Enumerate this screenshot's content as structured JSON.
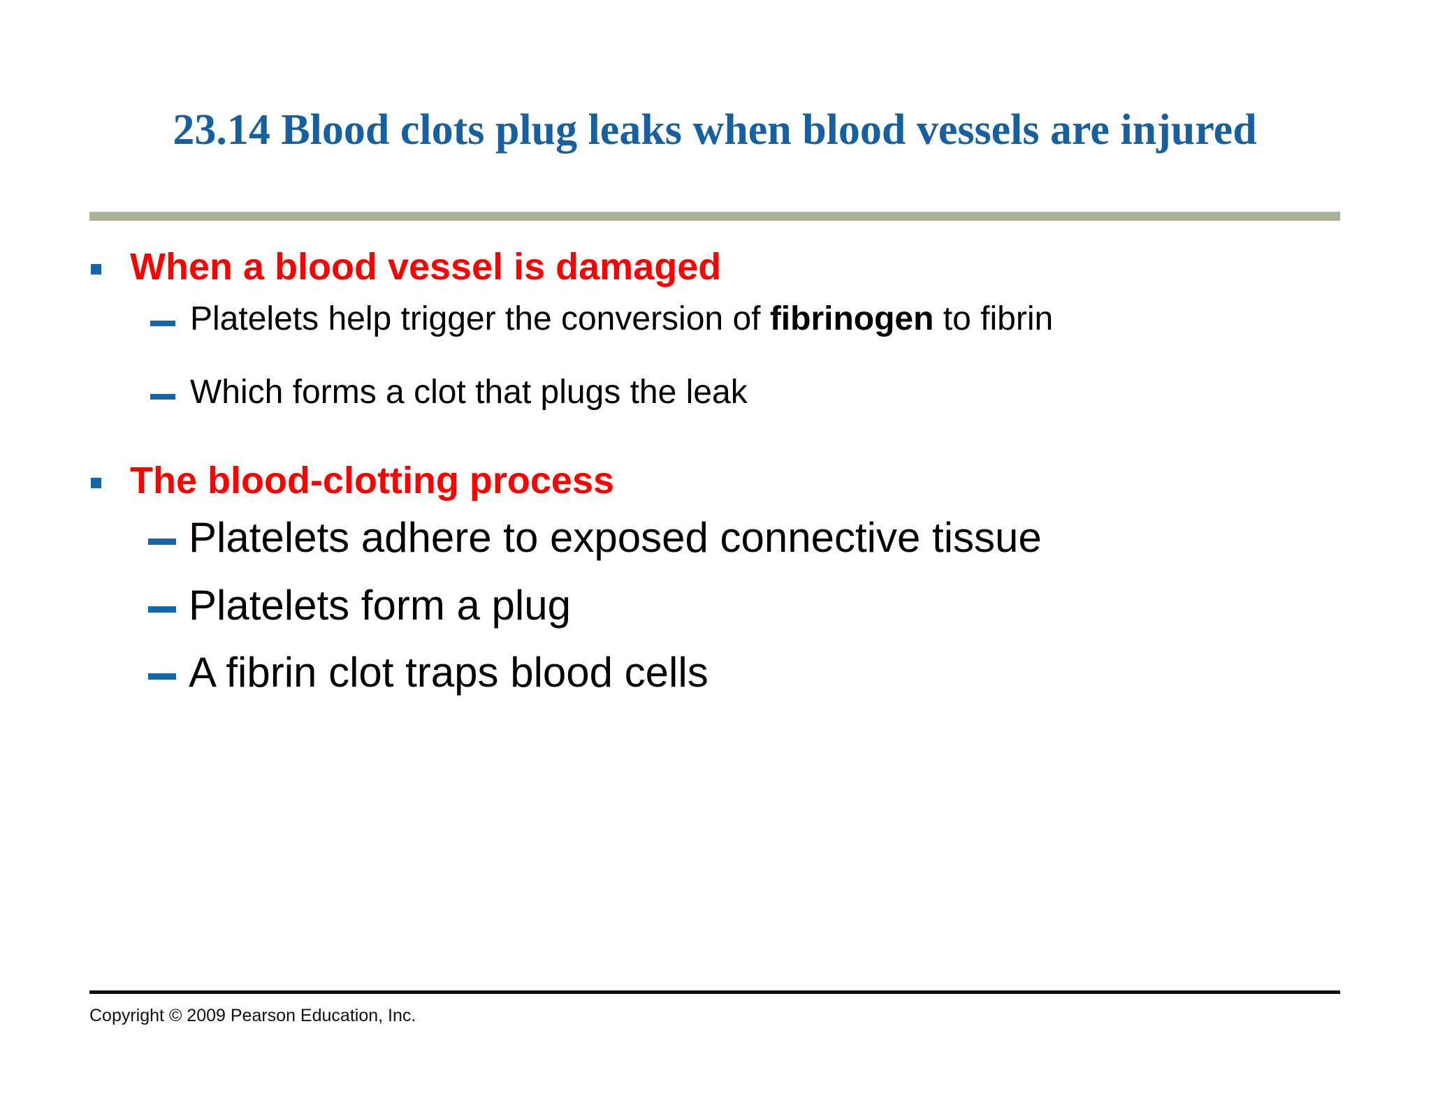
{
  "slide": {
    "title": "23.14 Blood clots plug leaks when blood vessels are injured",
    "title_color": "#1560A0",
    "divider_color": "#A8B498",
    "bullet_marker_color": "#1565A8",
    "heading_color": "#FF0000",
    "body_color": "#000000",
    "background": "#FFFFFF"
  },
  "content": {
    "sections": [
      {
        "heading": "When a blood vessel is damaged",
        "items": [
          {
            "pre": "Platelets help trigger the conversion of ",
            "emphasis": "fibrinogen",
            "post": " to fibrin"
          },
          {
            "pre": "Which forms a clot that plugs the leak",
            "emphasis": "",
            "post": ""
          }
        ]
      },
      {
        "heading": "The blood-clotting process",
        "items": [
          {
            "pre": "Platelets adhere to exposed connective tissue",
            "emphasis": "",
            "post": ""
          },
          {
            "pre": "Platelets form a plug",
            "emphasis": "",
            "post": ""
          },
          {
            "pre": "A fibrin clot traps blood cells",
            "emphasis": "",
            "post": ""
          }
        ]
      }
    ]
  },
  "footer": {
    "copyright": "Copyright © 2009 Pearson Education, Inc."
  }
}
